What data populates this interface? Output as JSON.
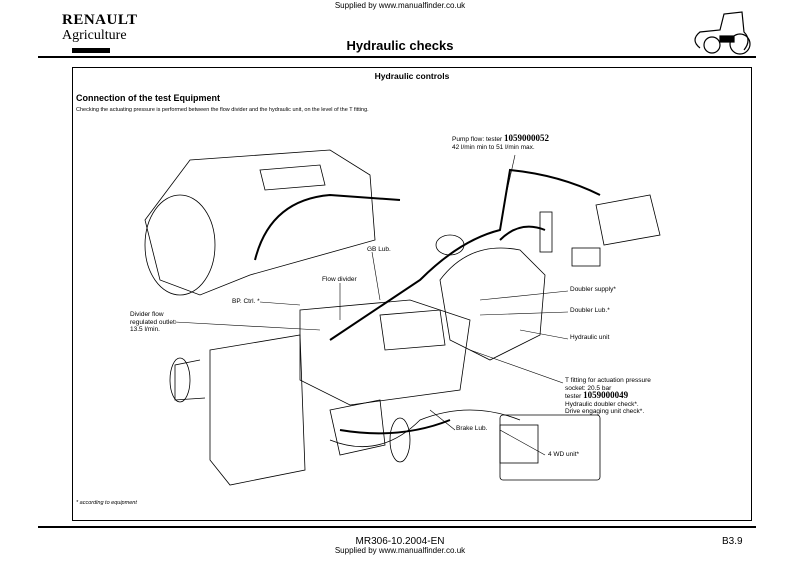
{
  "header": {
    "supplied_by": "Supplied by www.manualfinder.co.uk",
    "brand": "RENAULT",
    "brand_sub": "Agriculture",
    "title": "Hydraulic checks"
  },
  "box": {
    "title": "Hydraulic controls",
    "section": "Connection of the test Equipment",
    "intro": "Checking the actuating pressure is performed between the flow divider and the hydraulic unit, on the level of the T fitting."
  },
  "labels": {
    "pump_flow_1": "Pump flow: tester",
    "pump_flow_code": "1059000052",
    "pump_flow_2": "42 l/min min to 51 l/min max.",
    "gb_lub": "GB Lub.",
    "flow_divider": "Flow divider",
    "bp_ctrl": "BP. Ctrl. *",
    "divider_1": "Divider flow",
    "divider_2": "regulated outlet:",
    "divider_3": "13.5 l/min.",
    "doubler_supply": "Doubler supply*",
    "doubler_lub": "Doubler Lub.*",
    "hydraulic_unit": "Hydraulic unit",
    "t_fitting_1": "T fitting for actuation pressure",
    "t_fitting_2": "socket: 20.5 bar",
    "t_fitting_3": "tester",
    "t_fitting_code": "1059000049",
    "t_fitting_4": "Hydraulic doubler check*.",
    "t_fitting_5": "Drive engaging unit check*.",
    "brake_lub": "Brake Lub.",
    "four_wd": "4 WD unit*"
  },
  "footnote": "* according to equipment",
  "footer": {
    "doc_ref": "MR306-10.2004-EN",
    "supplied_by": "Supplied by www.manualfinder.co.uk",
    "page": "B3.9"
  }
}
